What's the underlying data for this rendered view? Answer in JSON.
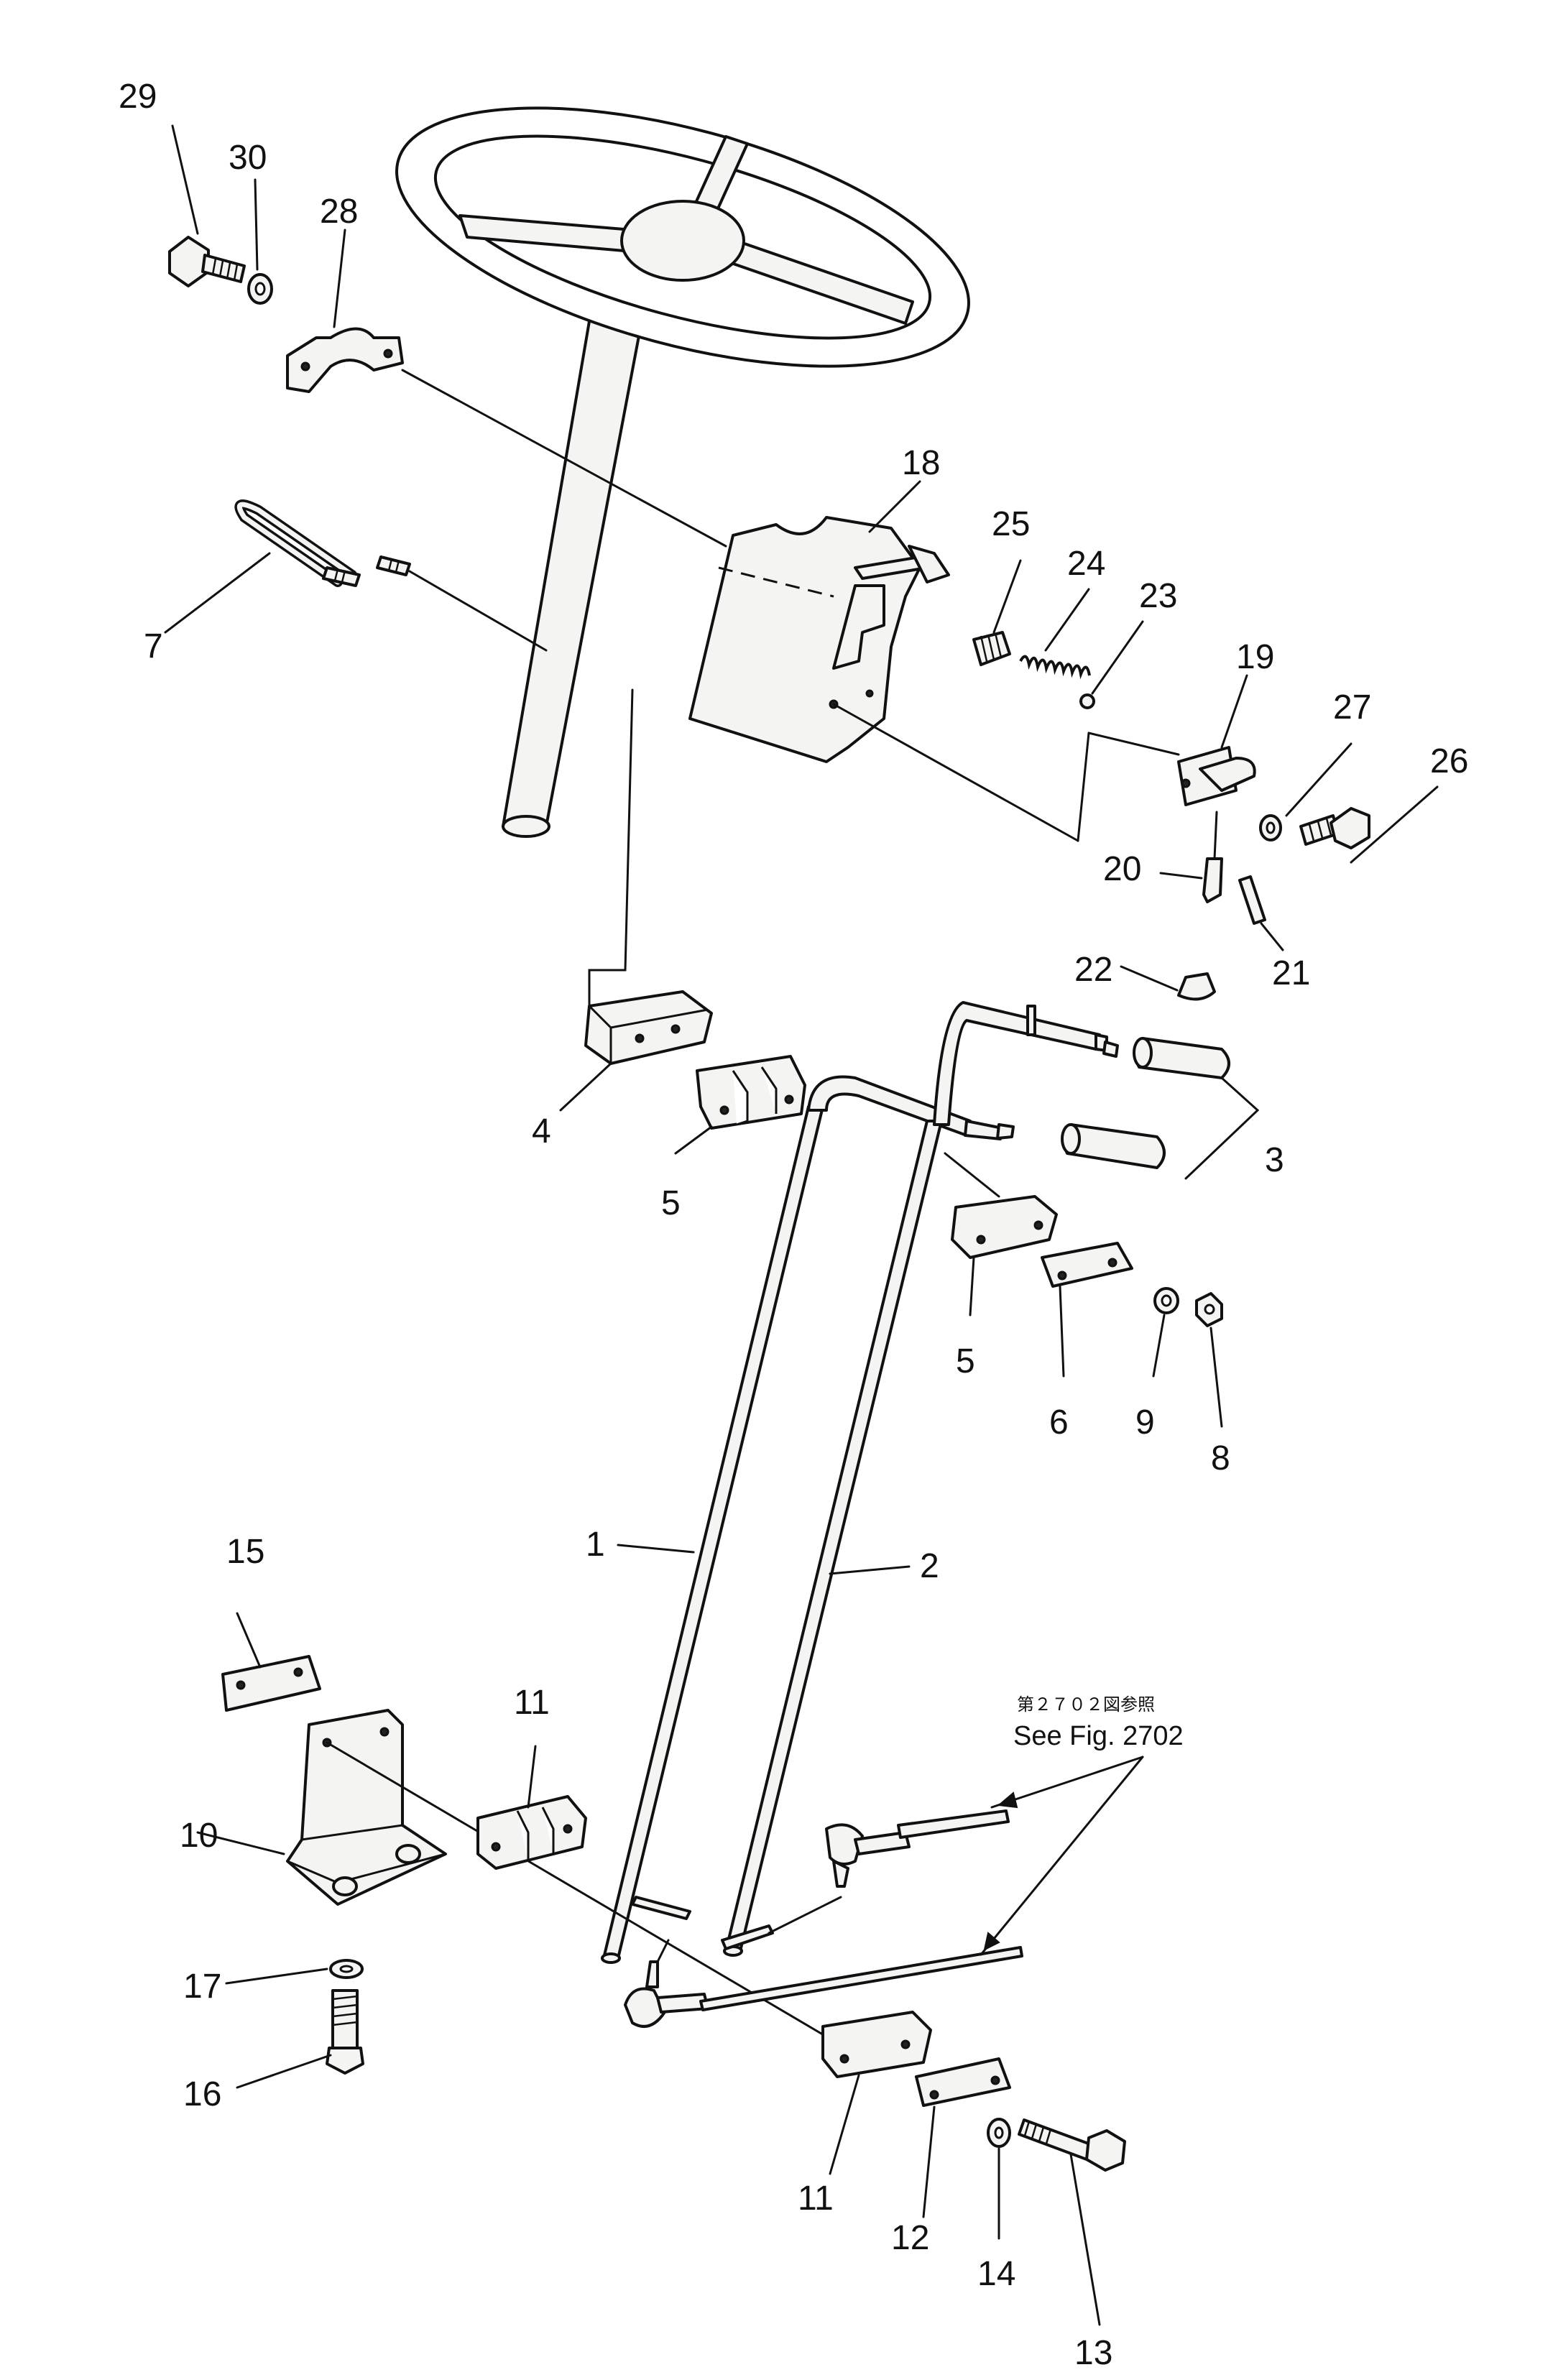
{
  "callouts": [
    "1",
    "2",
    "3",
    "4",
    "5",
    "5",
    "6",
    "7",
    "8",
    "9",
    "10",
    "11",
    "11",
    "12",
    "13",
    "14",
    "15",
    "16",
    "17",
    "18",
    "19",
    "20",
    "21",
    "22",
    "23",
    "24",
    "25",
    "26",
    "27",
    "28",
    "29",
    "30"
  ],
  "reference_note": {
    "jp": "第２７０２図参照",
    "en": "See Fig. 2702"
  }
}
